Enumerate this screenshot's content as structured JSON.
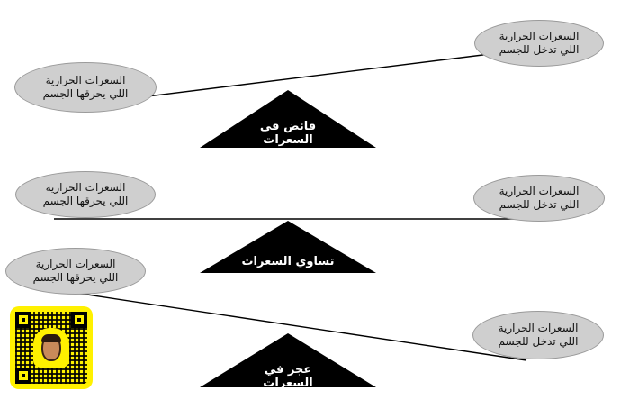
{
  "scales": [
    {
      "left_text": [
        "السعرات الحرارية",
        "اللي يحرقها الجسم"
      ],
      "right_text": [
        "السعرات الحرارية",
        "اللي تدخل للجسم"
      ],
      "fulcrum_text": [
        "فائض في",
        "السعرات"
      ]
    },
    {
      "left_text": [
        "السعرات الحرارية",
        "اللي يحرقها الجسم"
      ],
      "right_text": [
        "السعرات الحرارية",
        "اللي تدخل للجسم"
      ],
      "fulcrum_text": [
        "تساوي السعرات"
      ]
    },
    {
      "left_text": [
        "السعرات الحرارية",
        "اللي يحرقها الجسم"
      ],
      "right_text": [
        "السعرات الحرارية",
        "اللي تدخل للجسم"
      ],
      "fulcrum_text": [
        "عجز في",
        "السعرات"
      ]
    }
  ],
  "colors": {
    "ellipse_fill": "#cfcfcf",
    "fulcrum": "#000000",
    "beam": "#000000",
    "snapcode": "#fff100"
  },
  "icons": {
    "snapcode": "snapchat-snapcode-icon"
  }
}
